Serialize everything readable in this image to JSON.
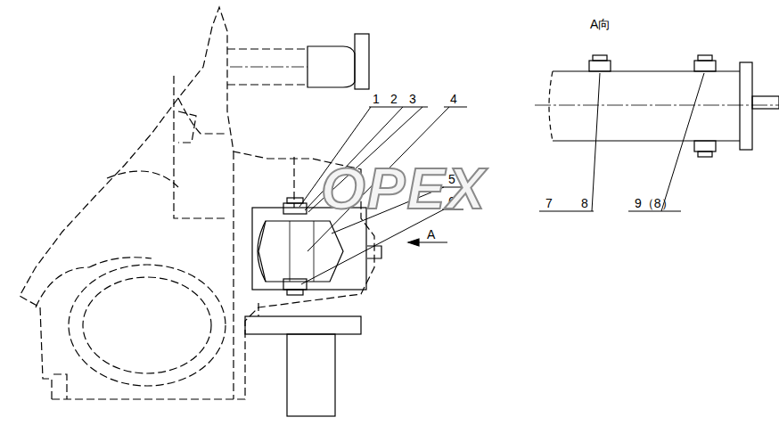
{
  "diagram": {
    "labels": [
      "1",
      "2",
      "3",
      "4",
      "5",
      "6",
      "A",
      "A向",
      "7",
      "8",
      "9（8）",
      "OPEX"
    ]
  }
}
